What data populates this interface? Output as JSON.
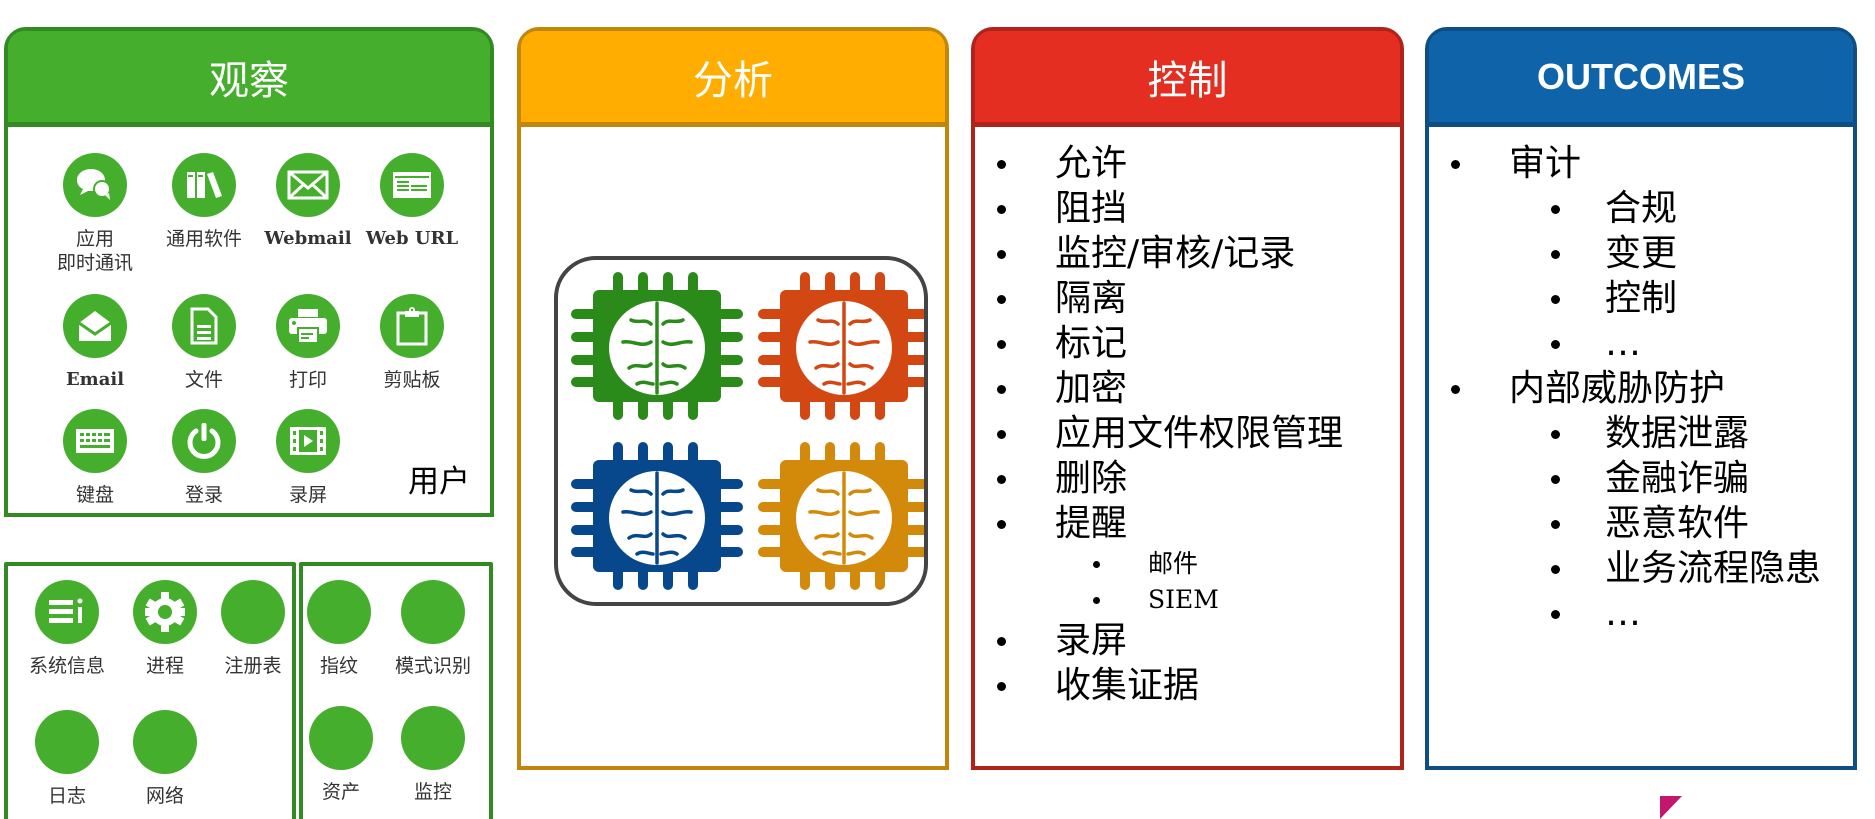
{
  "observe": {
    "title": "观察",
    "user_label": "用户",
    "user_items": [
      {
        "label": "应用\n即时通讯",
        "icon": "chat-bubbles-icon"
      },
      {
        "label": "通用软件",
        "icon": "books-icon"
      },
      {
        "label": "Webmail",
        "icon": "envelope-icon"
      },
      {
        "label": "Web URL",
        "icon": "browser-window-icon"
      },
      {
        "label": "Email",
        "icon": "open-envelope-icon"
      },
      {
        "label": "文件",
        "icon": "document-icon"
      },
      {
        "label": "打印",
        "icon": "printer-icon"
      },
      {
        "label": "剪贴板",
        "icon": "clipboard-icon"
      },
      {
        "label": "键盘",
        "icon": "keyboard-icon"
      },
      {
        "label": "登录",
        "icon": "power-icon"
      },
      {
        "label": "录屏",
        "icon": "video-film-icon"
      }
    ],
    "system_items": [
      {
        "label": "系统信息",
        "icon": "system-info-icon"
      },
      {
        "label": "进程",
        "icon": "gear-icon"
      },
      {
        "label": "注册表",
        "icon": "blank-circle-icon"
      },
      {
        "label": "日志",
        "icon": "blank-circle-icon"
      },
      {
        "label": "网络",
        "icon": "blank-circle-icon"
      }
    ],
    "bio_items": [
      {
        "label": "指纹",
        "icon": "blank-circle-icon"
      },
      {
        "label": "模式识别",
        "icon": "blank-circle-icon"
      },
      {
        "label": "资产",
        "icon": "blank-circle-icon"
      },
      {
        "label": "监控",
        "icon": "blank-circle-icon"
      }
    ]
  },
  "analyze": {
    "title": "分析",
    "chips": [
      {
        "color": "#2a8b1a",
        "icon": "brain-chip-icon"
      },
      {
        "color": "#d34713",
        "icon": "brain-chip-icon"
      },
      {
        "color": "#07478c",
        "icon": "brain-chip-icon"
      },
      {
        "color": "#d38a0b",
        "icon": "brain-chip-icon"
      }
    ]
  },
  "control": {
    "title": "控制",
    "items": [
      {
        "text": "允许",
        "level": 1
      },
      {
        "text": "阻挡",
        "level": 1
      },
      {
        "text": "监控/审核/记录",
        "level": 1
      },
      {
        "text": "隔离",
        "level": 1
      },
      {
        "text": "标记",
        "level": 1
      },
      {
        "text": "加密",
        "level": 1
      },
      {
        "text": "应用文件权限管理",
        "level": 1
      },
      {
        "text": "删除",
        "level": 1
      },
      {
        "text": "提醒",
        "level": 1
      },
      {
        "text": "邮件",
        "level": 2
      },
      {
        "text": "SIEM",
        "level": 2
      },
      {
        "text": "录屏",
        "level": 1
      },
      {
        "text": "收集证据",
        "level": 1
      }
    ]
  },
  "outcomes": {
    "title": "OUTCOMES",
    "items": [
      {
        "text": "审计",
        "level": 1
      },
      {
        "text": "合规",
        "level": 2
      },
      {
        "text": "变更",
        "level": 2
      },
      {
        "text": "控制",
        "level": 2
      },
      {
        "text": "…",
        "level": 2
      },
      {
        "text": "内部威胁防护",
        "level": 1
      },
      {
        "text": "数据泄露",
        "level": 2
      },
      {
        "text": "金融诈骗",
        "level": 2
      },
      {
        "text": "恶意软件",
        "level": 2
      },
      {
        "text": "业务流程隐患",
        "level": 2
      },
      {
        "text": "…",
        "level": 2
      }
    ]
  },
  "colors": {
    "observe": "#45af2d",
    "analyze": "#ffad00",
    "control": "#e42e22",
    "outcomes": "#0f64a9"
  }
}
